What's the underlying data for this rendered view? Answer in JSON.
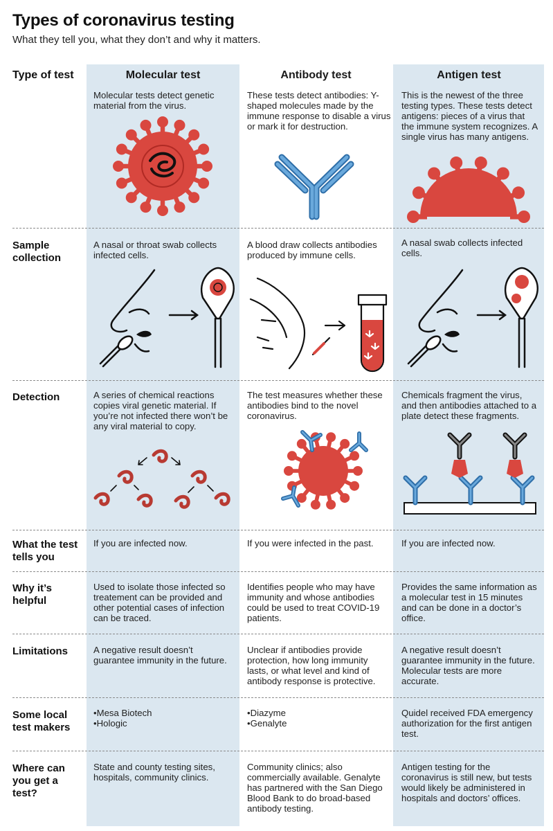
{
  "header": {
    "title": "Types of coronavirus testing",
    "subtitle": "What they tell you, what they don’t and why it matters."
  },
  "columns": {
    "row_label_header": "Type of test",
    "molecular": "Molecular test",
    "antibody": "Antibody test",
    "antigen": "Antigen test"
  },
  "rows": {
    "type": {
      "molecular": "Molecular tests detect genetic material from the virus.",
      "antibody": "These tests detect antibodies: Y-shaped molecules made by the immune response to disable a virus or mark it for destruction.",
      "antigen": "This is the newest of the three testing types. These tests detect antigens: pieces of a virus that the immune system recognizes. A single virus has many antigens."
    },
    "sample": {
      "label": "Sample collection",
      "molecular": "A nasal or throat swab collects infected cells.",
      "antibody": "A blood draw collects antibodies produced by immune cells.",
      "antigen": "A nasal swab collects infected cells."
    },
    "detection": {
      "label": "Detection",
      "molecular": "A series of chemical reactions copies viral genetic material. If you’re not infected there won’t be any viral material to copy.",
      "antibody": "The test measures whether these antibodies bind to the novel coronavirus.",
      "antigen": "Chemicals fragment the virus, and then antibodies attached to a plate detect these fragments."
    },
    "tells": {
      "label": "What the test tells you",
      "molecular": "If you are infected now.",
      "antibody": "If you were infected in the past.",
      "antigen": "If you are infected now."
    },
    "helpful": {
      "label": "Why it’s helpful",
      "molecular": "Used to isolate those infected so treatement can be provided and other potential cases of infection can be traced.",
      "antibody": "Identifies people who may have immunity and whose antibodies could be used to treat COVID-19 patients.",
      "antigen": "Provides the same information as a molecular test in 15 minutes and can be done in a doctor’s office."
    },
    "limits": {
      "label": "Limitations",
      "molecular": "A negative result doesn’t guarantee immunity in the future.",
      "antibody": "Unclear if antibodies provide protection, how long immunity lasts, or what level and kind of antibody response is protective.",
      "antigen": "A negative result doesn’t guarantee immunity in the future. Molecular tests are more accurate."
    },
    "makers": {
      "label": "Some local test makers",
      "molecular": [
        "•Mesa Biotech",
        "•Hologic"
      ],
      "antibody": [
        "•Diazyme",
        "•Genalyte"
      ],
      "antigen": "Quidel received FDA emergency authorization for the first antigen test."
    },
    "where": {
      "label": "Where can you get a test?",
      "molecular": "State and county testing sites, hospitals, community clinics.",
      "antibody": "Community clinics; also commercially available. Genalyte has partnered with the San Diego Blood Bank to do broad-based antibody testing.",
      "antigen": "Antigen testing for the coronavirus is still new, but tests would likely be administered in hospitals and doctors’ offices."
    }
  },
  "colors": {
    "column_bg": "#dbe7f0",
    "virus_red": "#d9473f",
    "antibody_blue": "#4a8fc9",
    "separator": "#8a8a8a"
  }
}
